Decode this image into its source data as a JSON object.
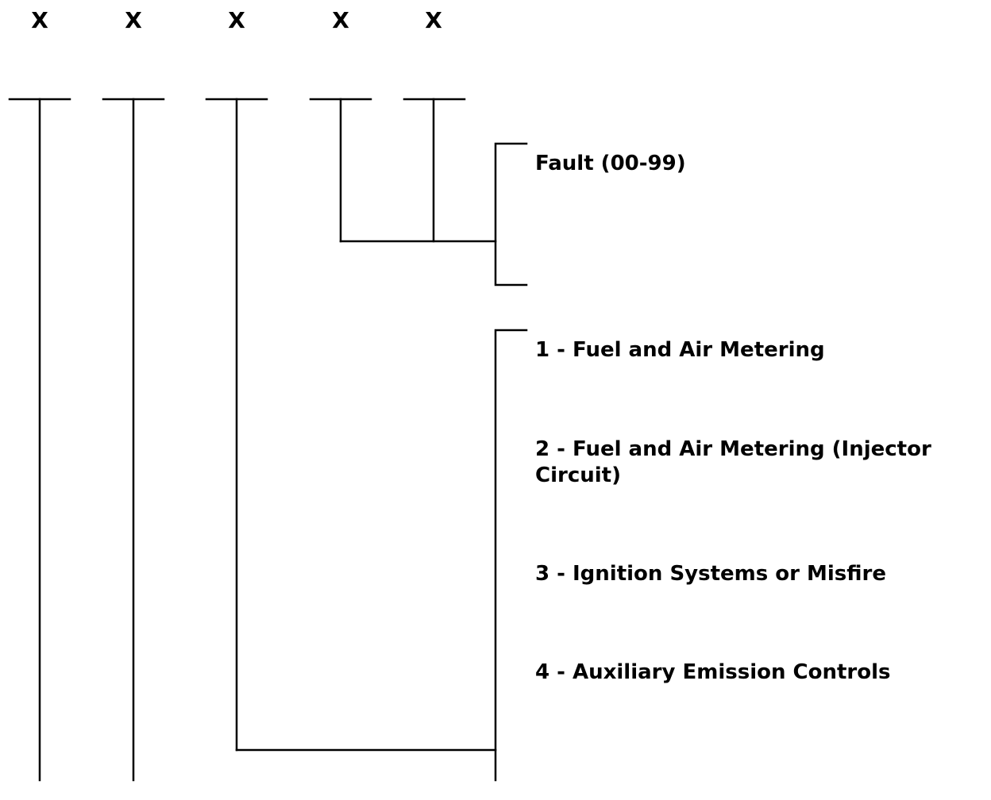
{
  "digits": [
    "X",
    "X",
    "X",
    "X",
    "X"
  ],
  "labels": {
    "fault": "Fault (00-99)",
    "item1": "1 - Fuel and Air Metering",
    "item2": "2 - Fuel and Air Metering (Injector Circuit)",
    "item3": "3 - Ignition Systems or Misfire",
    "item4": "4 - Auxiliary Emission Controls"
  },
  "colors": {
    "line": "#000000",
    "background": "#ffffff"
  }
}
